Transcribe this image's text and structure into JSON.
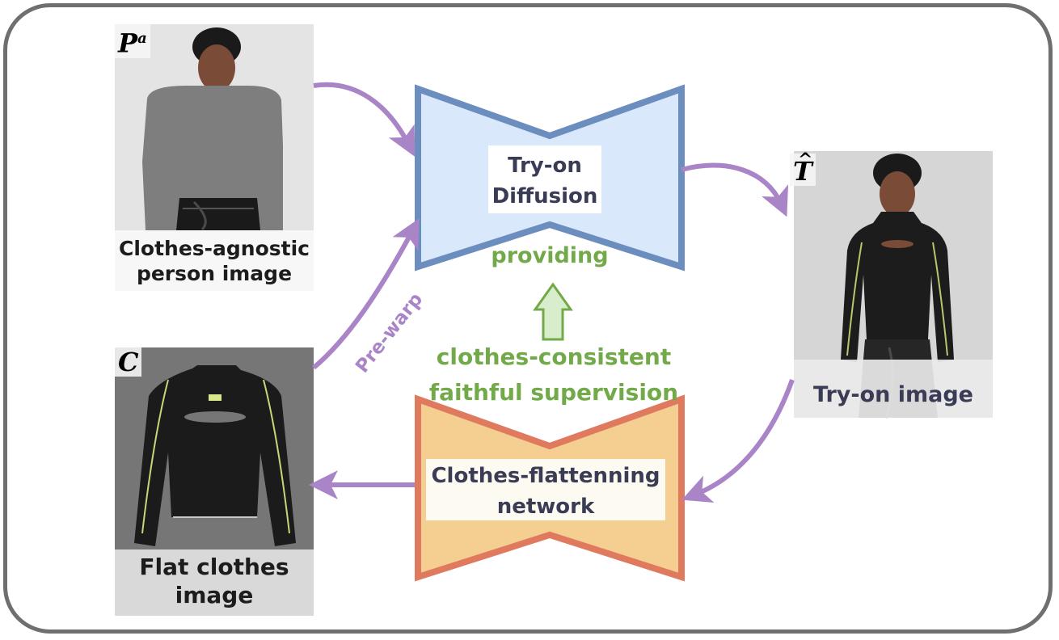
{
  "symbols": {
    "person": "P",
    "person_sup": "a",
    "clothes": "C",
    "tryon": "T",
    "tryon_hat": "^"
  },
  "images": {
    "person": {
      "caption_line1": "Clothes-agnostic",
      "caption_line2": "person image"
    },
    "flat": {
      "caption_line1": "Flat clothes",
      "caption_line2": "image"
    },
    "tryon": {
      "caption": "Try-on image"
    }
  },
  "networks": {
    "diffusion": {
      "line1": "Try-on",
      "line2": "Diffusion"
    },
    "flattening": {
      "line1": "Clothes-flattenning",
      "line2": "network"
    }
  },
  "annotations": {
    "providing": "providing",
    "supervision_line1": "clothes-consistent",
    "supervision_line2": "faithful supervision",
    "prewarp": "Pre-warp"
  },
  "colors": {
    "frame": "#6f6f6f",
    "diffusion_fill": "#dae8fb",
    "diffusion_stroke": "#6c8ebf",
    "flattening_fill": "#f4cf91",
    "flattening_stroke": "#e07a5f",
    "arrow": "#a985c7",
    "green_text": "#72aa4a",
    "green_arrow_fill": "#d8edcb"
  }
}
